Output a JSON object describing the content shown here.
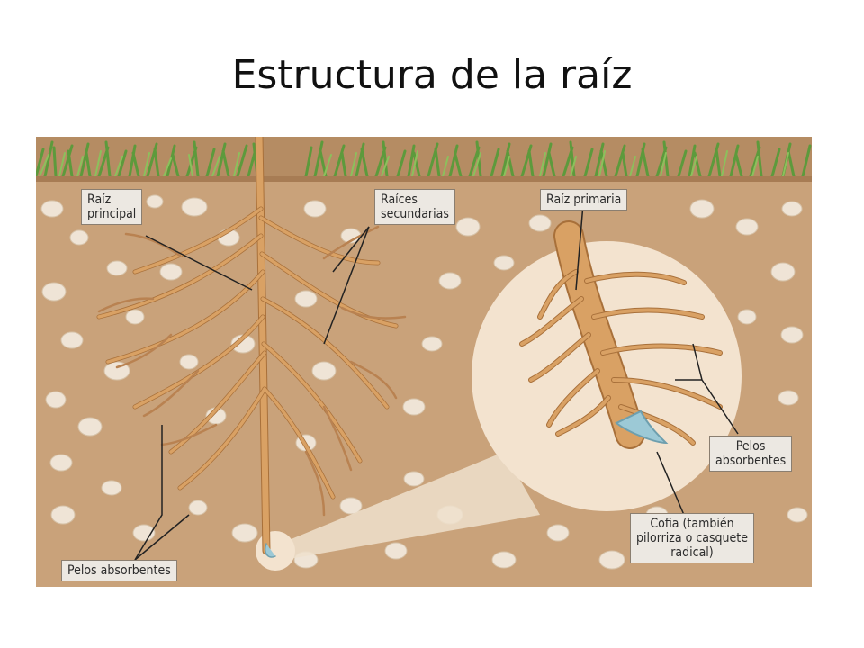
{
  "title": "Estructura de la raíz",
  "labels": {
    "raiz_principal": [
      "Raíz",
      "principal"
    ],
    "raices_secundarias": [
      "Raíces",
      "secundarias"
    ],
    "raiz_primaria": "Raíz primaria",
    "pelos_absorbentes_left": "Pelos absorbentes",
    "pelos_absorbentes_right": [
      "Pelos",
      "absorbentes"
    ],
    "cofia": [
      "Cofia (también",
      "pilorriza o casquete",
      "radical)"
    ]
  },
  "colors": {
    "soil": "#c9a27a",
    "stone": "#efe4d6",
    "root": "#d9a164",
    "root_edge": "#a8703a",
    "grass": "#6fa34a",
    "magnifier": "#f3e3cf",
    "cap": "#9cc9d6"
  }
}
